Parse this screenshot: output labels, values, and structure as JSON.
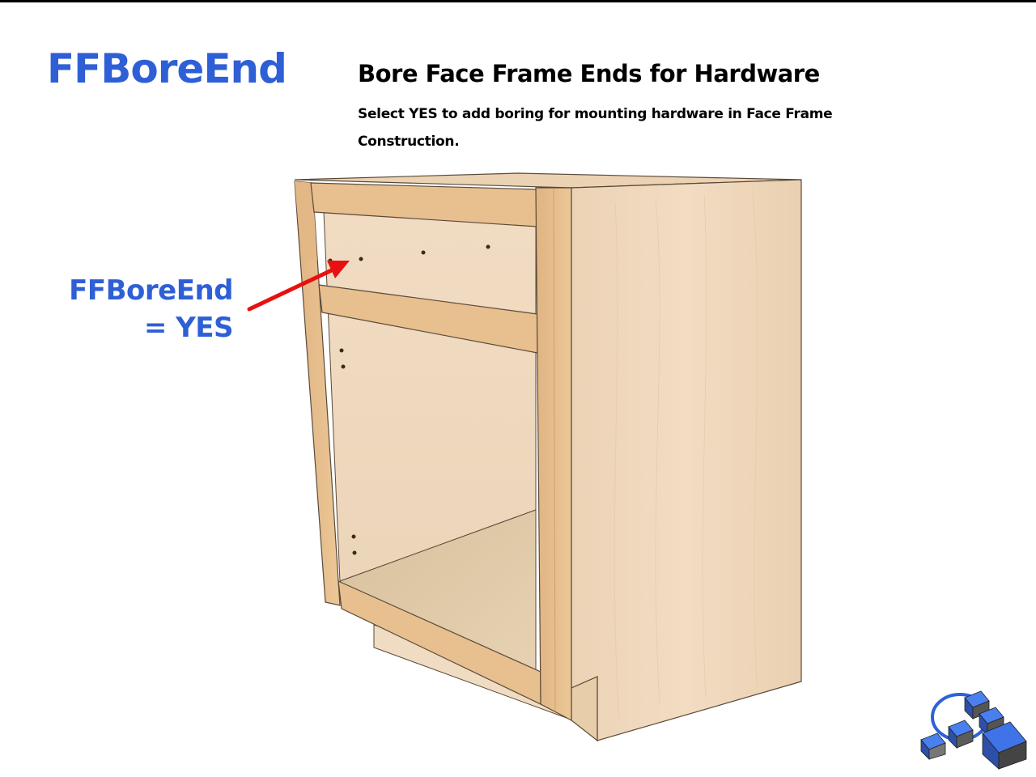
{
  "title": "FFBoreEnd",
  "heading": "Bore Face Frame Ends for Hardware",
  "description": "Select YES to add boring for mounting hardware in Face Frame Construction.",
  "callout": {
    "line1": "FFBoreEnd",
    "line2": "= YES"
  },
  "colors": {
    "title": "#2E5FD6",
    "callout": "#2E5FD6",
    "arrow": "#E81010",
    "wood_light": "#EFD9BE",
    "wood_frame": "#E6BE8F",
    "logo_blue": "#2D62D8"
  },
  "icons": {
    "logo": "logo-cubes-icon",
    "arrow": "red-arrow-icon"
  }
}
